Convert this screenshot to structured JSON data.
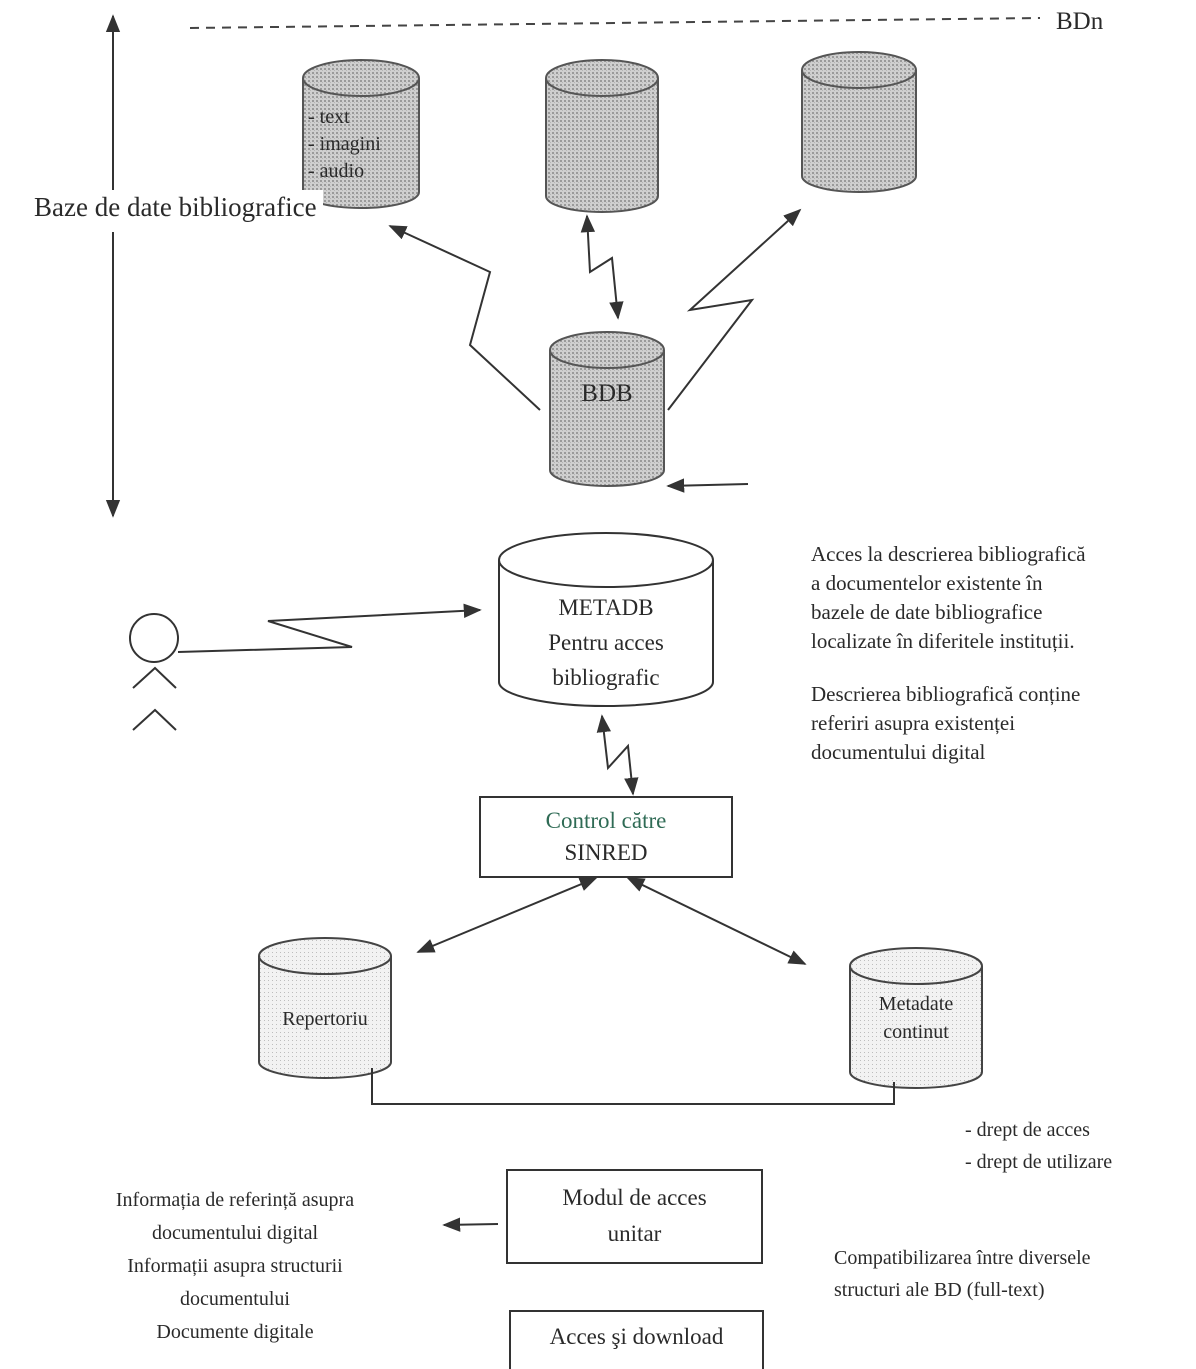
{
  "top": {
    "bdn_label": "BDn",
    "side_label": "Baze de date bibliografice"
  },
  "cyl1_items": [
    "- text",
    "- imagini",
    "- audio"
  ],
  "bdb_label": "BDB",
  "metadb": {
    "title": "METADB",
    "line2": "Pentru acces",
    "line3": "bibliografic"
  },
  "right_text_1": [
    "Acces la descrierea bibliografică",
    "a documentelor existente în",
    "bazele de date bibliografice",
    "localizate în diferitele instituții."
  ],
  "right_text_2": [
    "Descrierea bibliografică conține",
    "referiri asupra existenței",
    "documentului digital"
  ],
  "control": {
    "line1": "Control către",
    "line2": "SINRED"
  },
  "repertoriu": "Repertoriu",
  "metadate": {
    "line1": "Metadate",
    "line2": "continut"
  },
  "rights": [
    "- drept de acces",
    "- drept de utilizare"
  ],
  "modul": {
    "line1": "Modul de acces",
    "line2": "unitar"
  },
  "left_info": [
    "Informația de referință asupra",
    "documentului digital",
    "Informații asupra structurii",
    "documentului",
    "Documente digitale"
  ],
  "compat": [
    "Compatibilizarea între diversele",
    "structuri ale BD (full-text)"
  ],
  "acces_download": "Acces şi download"
}
